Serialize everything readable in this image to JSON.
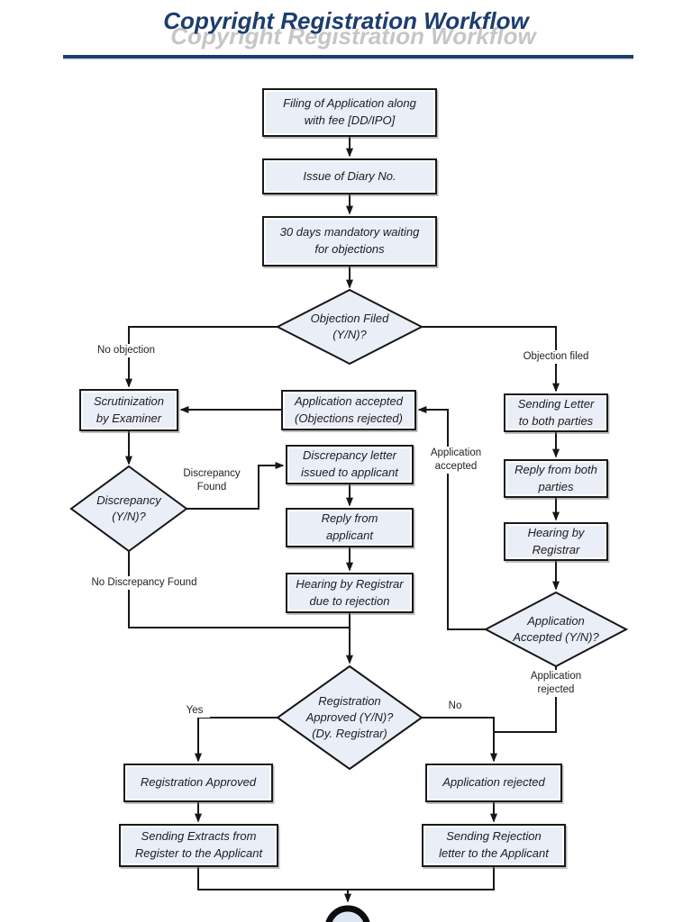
{
  "page": {
    "title": "Copyright Registration Workflow"
  },
  "colors": {
    "title": "#1c3d6e",
    "title_shadow": "#c6c6c6",
    "node_fill": "#e9eef7",
    "line": "#161616"
  },
  "flowchart": {
    "nodes": {
      "filing": {
        "text": "Filing of Application along\nwith fee [DD/IPO]"
      },
      "diary": {
        "text": "Issue of Diary No."
      },
      "waiting": {
        "text": "30 days mandatory waiting\nfor objections"
      },
      "objection_filed_decision": {
        "text": "Objection Filed\n(Y/N)?"
      },
      "scrutinization": {
        "text": "Scrutinization\nby Examiner"
      },
      "application_accepted_box": {
        "text": "Application accepted\n(Objections rejected)"
      },
      "discrepancy_decision": {
        "text": "Discrepancy\n(Y/N)?"
      },
      "discrepancy_letter": {
        "text": "Discrepancy letter\nissued to applicant"
      },
      "reply_from_applicant": {
        "text": "Reply from\napplicant"
      },
      "hearing_due_rejection": {
        "text": "Hearing by Registrar\ndue to rejection"
      },
      "sending_letter": {
        "text": "Sending Letter\nto both parties"
      },
      "reply_both": {
        "text": "Reply from both\nparties"
      },
      "hearing_registrar": {
        "text": "Hearing by\nRegistrar"
      },
      "application_accepted_decision": {
        "text": "Application\nAccepted (Y/N)?"
      },
      "registration_approved_decision": {
        "text": "Registration\nApproved (Y/N)?\n(Dy. Registrar)"
      },
      "registration_approved": {
        "text": "Registration Approved"
      },
      "sending_extracts": {
        "text": "Sending Extracts from\nRegister to the Applicant"
      },
      "application_rejected": {
        "text": "Application rejected"
      },
      "sending_rejection": {
        "text": "Sending Rejection\nletter to the Applicant"
      }
    },
    "edge_labels": {
      "no_objection": "No objection",
      "objection_filed": "Objection filed",
      "discrepancy_found": "Discrepancy\nFound",
      "no_discrepancy_found": "No Discrepancy Found",
      "application_accepted": "Application\naccepted",
      "application_rejected": "Application\nrejected",
      "yes": "Yes",
      "no": "No"
    }
  }
}
